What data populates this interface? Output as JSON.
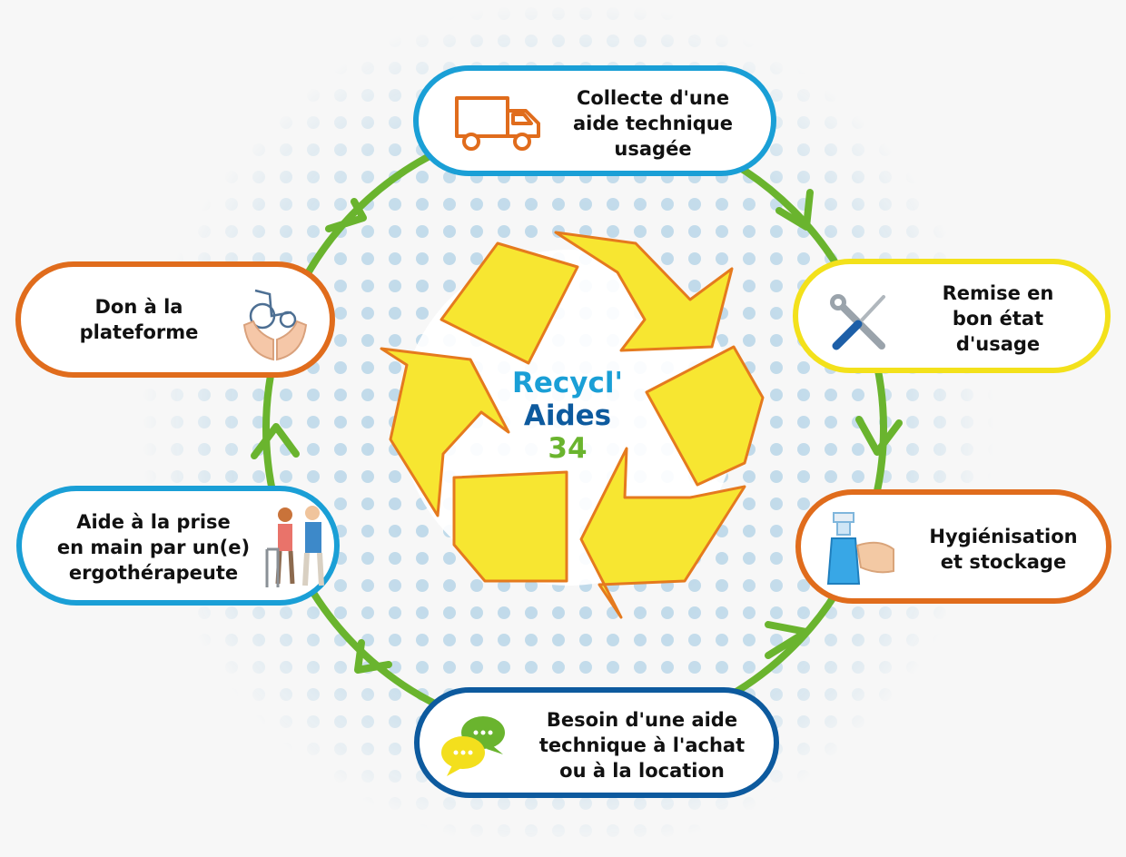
{
  "center": {
    "line1": "Recycl'",
    "line2": "Aides",
    "line3": "34"
  },
  "steps": {
    "collecte": {
      "lines": [
        "Collecte d'une",
        "aide technique",
        "usagée"
      ],
      "icon": "truck-icon"
    },
    "remise": {
      "lines": [
        "Remise en",
        "bon état",
        "d'usage"
      ],
      "icon": "tools-icon"
    },
    "hygiene": {
      "lines": [
        "Hygiénisation",
        "et stockage"
      ],
      "icon": "spray-bottle-icon"
    },
    "besoin": {
      "lines": [
        "Besoin d'une aide",
        "technique à l'achat",
        "ou à la location"
      ],
      "icon": "chat-bubbles-icon"
    },
    "ergo": {
      "lines": [
        "Aide à la prise",
        "en main par un(e)",
        "ergothérapeute"
      ],
      "icon": "walker-assist-icon"
    },
    "don": {
      "lines": [
        "Don à la",
        "plateforme"
      ],
      "icon": "hands-wheelchair-icon"
    }
  },
  "colors": {
    "blue": "#1a9fd6",
    "dark_blue": "#0d5a9e",
    "orange": "#e06c1c",
    "yellow": "#f3e11b",
    "green": "#6ab42e",
    "recycle_fill": "#f7e631",
    "recycle_stroke": "#e57a1e"
  }
}
